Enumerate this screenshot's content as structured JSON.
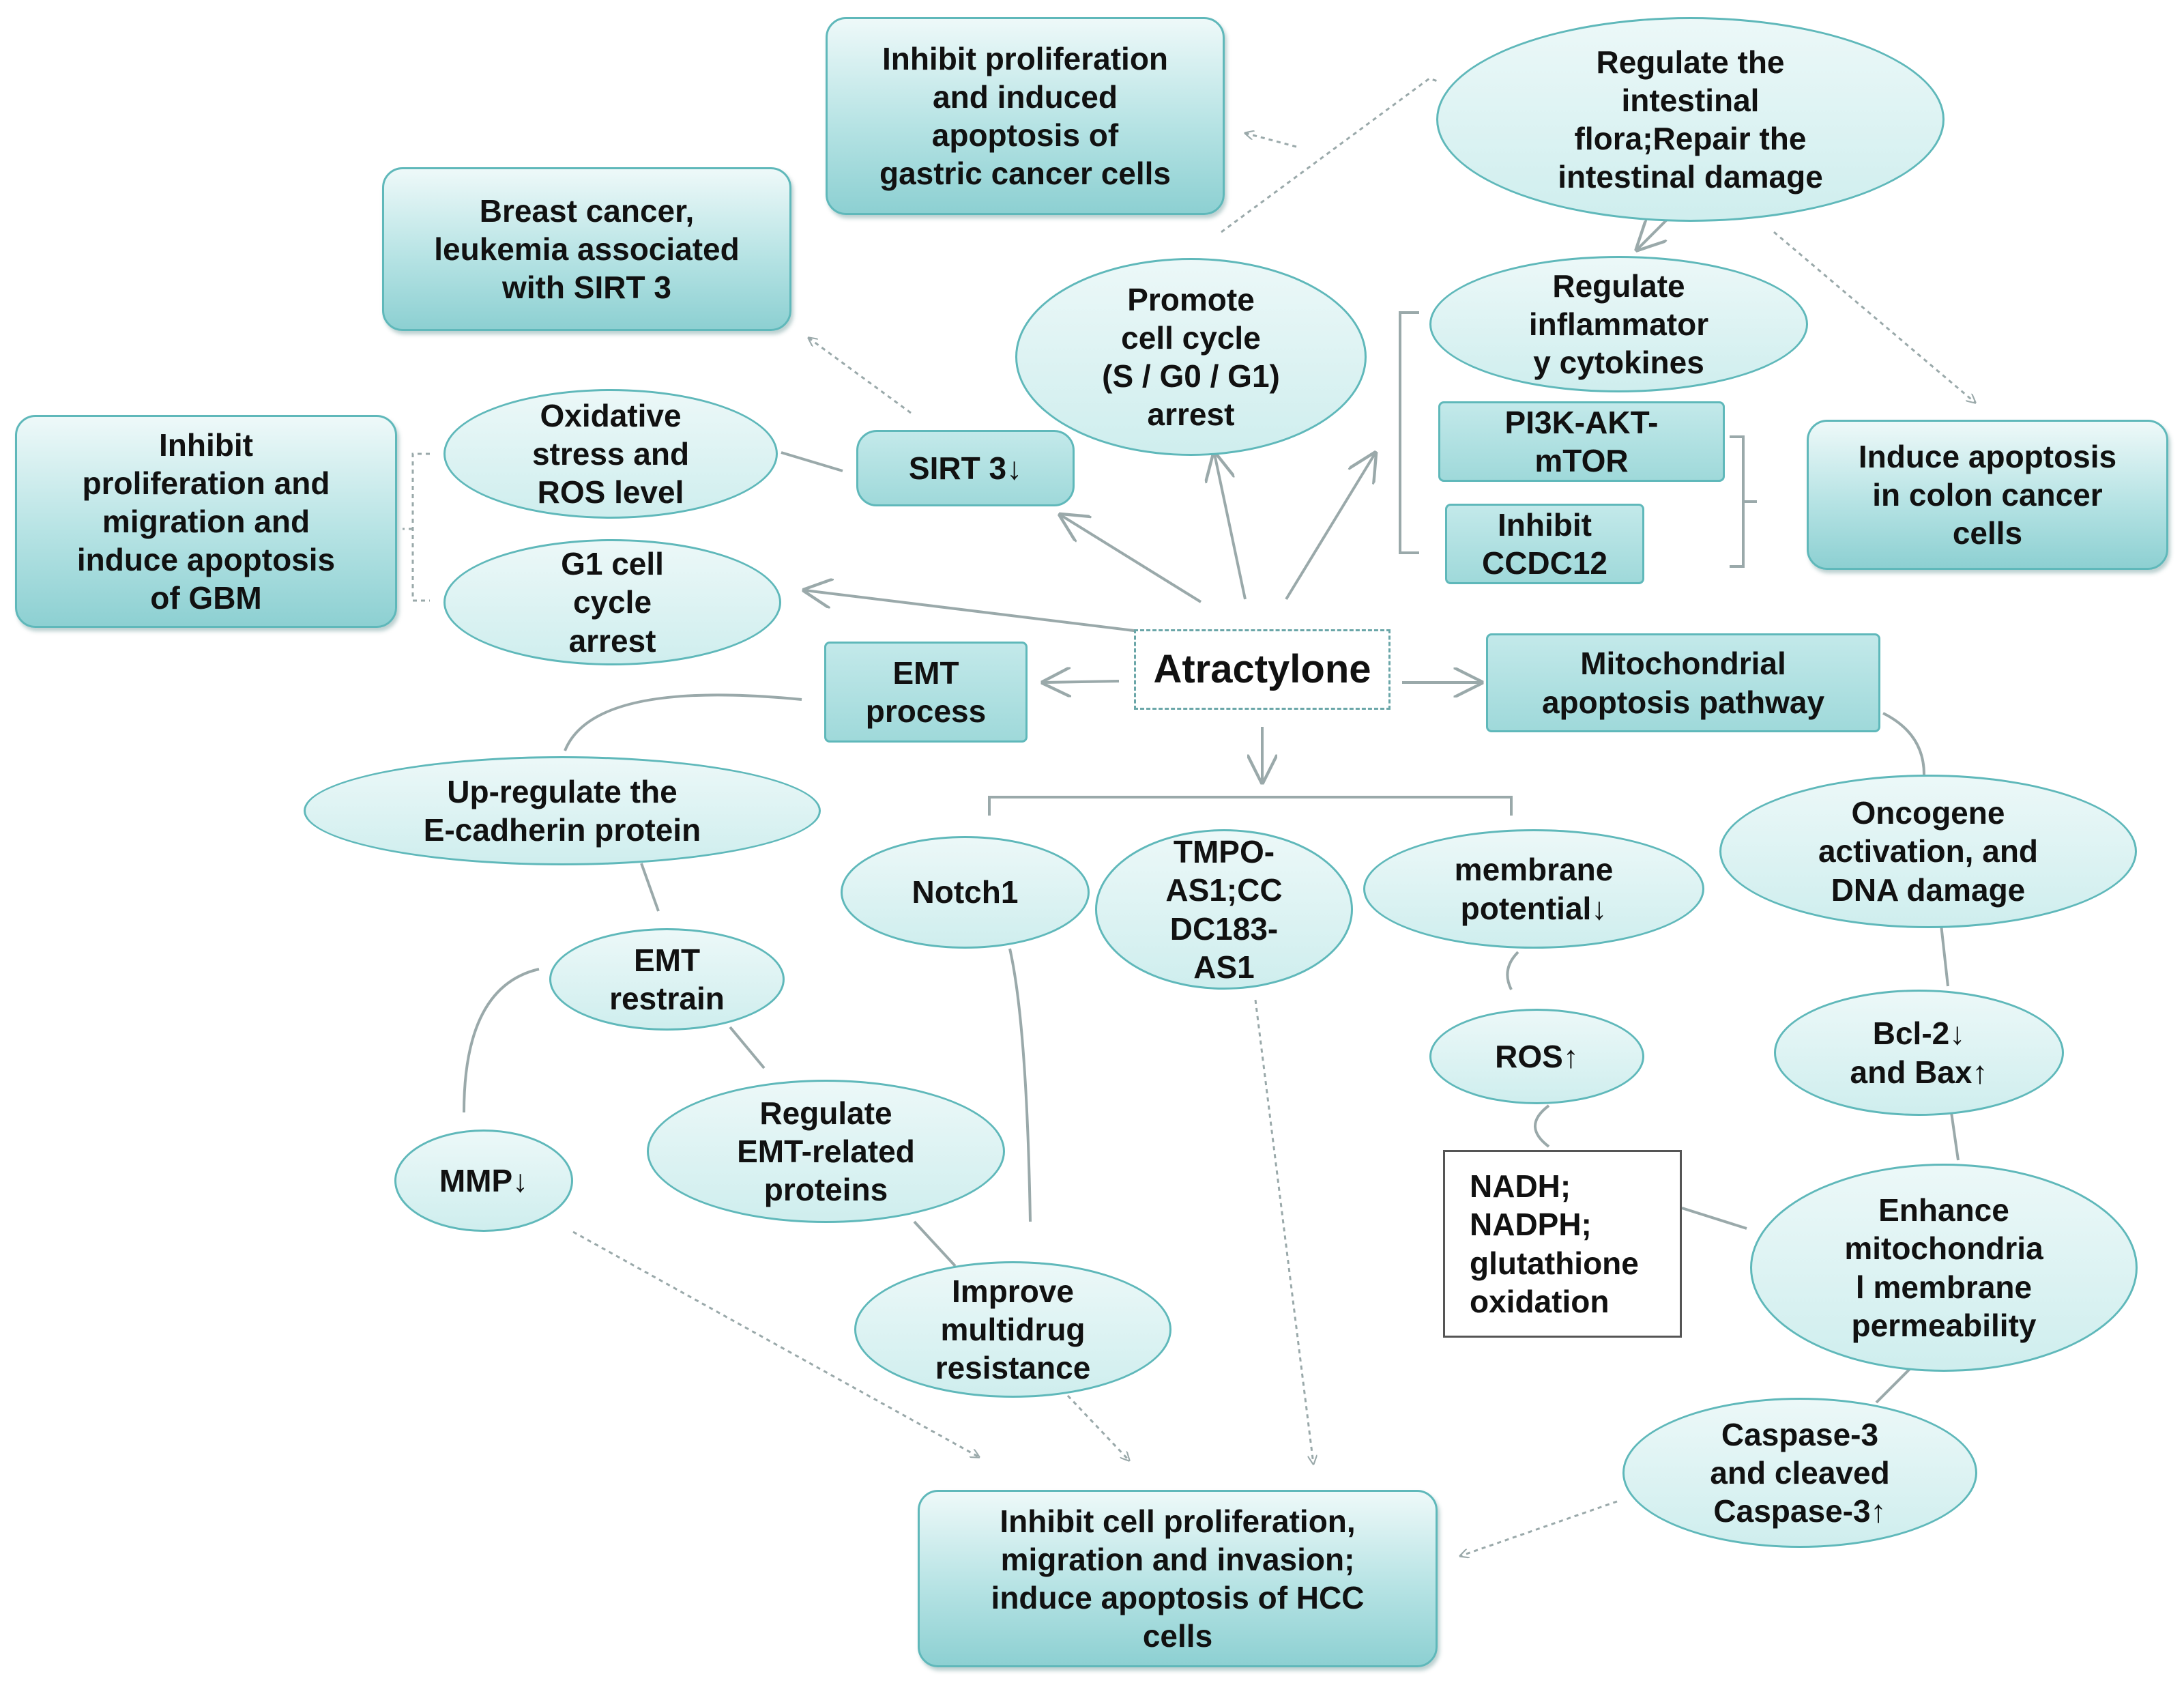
{
  "colors": {
    "node_border": "#5fb8ba",
    "node_fill": "#d6f0f0",
    "box_fill": "#9fd9da",
    "line": "#9aa9aa",
    "center_border": "#6aa6a8"
  },
  "center": "Atractylone",
  "nodes": {
    "gastric_outcome": "Inhibit proliferation\nand induced\napoptosis of\ngastric cancer cells",
    "intestinal_flora": "Regulate the\nintestinal\nflora;Repair the\nintestinal damage",
    "breast_cancer": "Breast cancer,\nleukemia associated\nwith SIRT 3",
    "promote_cell_cycle": "Promote\ncell cycle\n(S / G0 / G1)\narrest",
    "inflammatory": "Regulate\ninflammator\ny cytokines",
    "pi3k": "PI3K-AKT-\nmTOR",
    "ccdc12": "Inhibit\nCCDC12",
    "colon_outcome": "Induce apoptosis\nin colon cancer\ncells",
    "gbm_outcome": "Inhibit\nproliferation and\nmigration and\ninduce apoptosis\nof GBM",
    "oxidative": "Oxidative\nstress  and\nROS level",
    "sirt3": "SIRT 3↓",
    "g1_arrest": "G1 cell\ncycle\narrest",
    "emt_process": "EMT\nprocess",
    "mito_pathway": "Mitochondrial\napoptosis pathway",
    "ecadherin": "Up-regulate the\nE-cadherin protein",
    "notch1": "Notch1",
    "tmpo": "TMPO-\nAS1;CC\nDC183-\nAS1",
    "membrane_potential": "membrane\npotential↓",
    "oncogene": "Oncogene\nactivation, and\nDNA damage",
    "emt_restrain": "EMT\nrestrain",
    "ros_up": "ROS↑",
    "bcl2": "Bcl-2↓\nand Bax↑",
    "emt_proteins": "Regulate\nEMT-related\nproteins",
    "mmp": "MMP↓",
    "nadh": "NADH;\nNADPH;\nglutathione\noxidation",
    "mito_permeability": "Enhance\nmitochondria\nl membrane\npermeability",
    "multidrug": "Improve\nmultidrug\nresistance",
    "caspase": "Caspase-3\nand cleaved\nCaspase-3↑",
    "hcc_outcome": "Inhibit cell proliferation,\nmigration and invasion;\ninduce apoptosis of HCC\ncells"
  }
}
